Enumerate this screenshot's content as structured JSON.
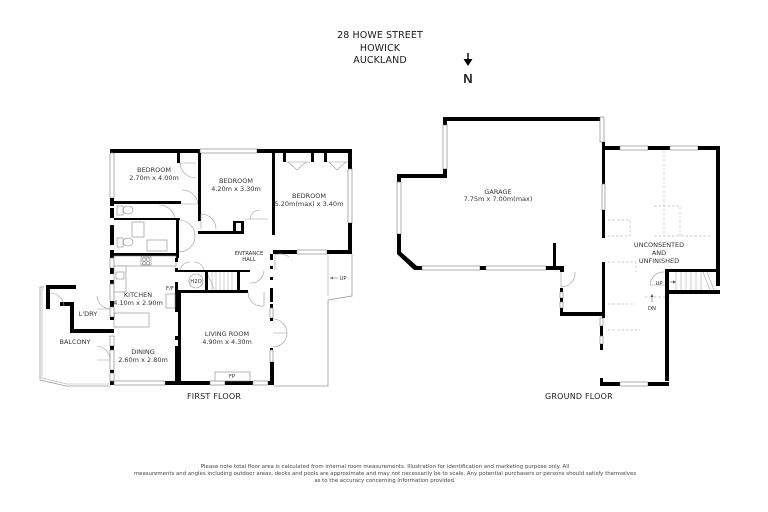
{
  "header": {
    "address_line1": "28 HOWE STREET",
    "address_line2": "HOWICK",
    "address_line3": "AUCKLAND"
  },
  "compass": {
    "icon": "north-arrow-icon",
    "letter": "N"
  },
  "first_floor": {
    "label": "FIRST FLOOR",
    "rooms": [
      {
        "name": "BEDROOM",
        "dims": "2.70m x 4.00m"
      },
      {
        "name": "BEDROOM",
        "dims": "4.20m x 3.30m"
      },
      {
        "name": "BEDROOM",
        "dims": "5.20m(max) x 3.40m"
      },
      {
        "name": "ENTRANCE",
        "name2": "HALL"
      },
      {
        "name": "KITCHEN",
        "dims": "4.10m x 2.90m"
      },
      {
        "name": "L'DRY"
      },
      {
        "name": "BALCONY"
      },
      {
        "name": "DINING",
        "dims": "2.60m x 2.80m"
      },
      {
        "name": "LIVING ROOM",
        "dims": "4.90m x 4.30m"
      }
    ],
    "fixtures": {
      "hot_water": "H2O",
      "fridge_freezer": "F/F",
      "fireplace": "FP",
      "stairs_up": "UP"
    }
  },
  "ground_floor": {
    "label": "GROUND FLOOR",
    "rooms": [
      {
        "name": "GARAGE",
        "dims": "7.75m x 7.00m(max)"
      },
      {
        "name": "UNCONSENTED",
        "name2": "AND",
        "name3": "UNFINISHED"
      }
    ],
    "fixtures": {
      "stairs_up": "UP",
      "stairs_down": "DN"
    }
  },
  "disclaimer": {
    "line1": "Please note total floor area is calculated from internal room measurements. Illustration for identification and marketing purpose only. All",
    "line2": "measurements and angles including outdoor areas, decks and pools are approximate and may not necessarily be to scale. Any potential purchasers or persons should satisfy themselves",
    "line3": "as to the accuracy concerning information provided."
  },
  "colors": {
    "wall": "#000000",
    "window": "#ffffff",
    "outline": "#999999",
    "dashed": "#bbbbbb"
  }
}
